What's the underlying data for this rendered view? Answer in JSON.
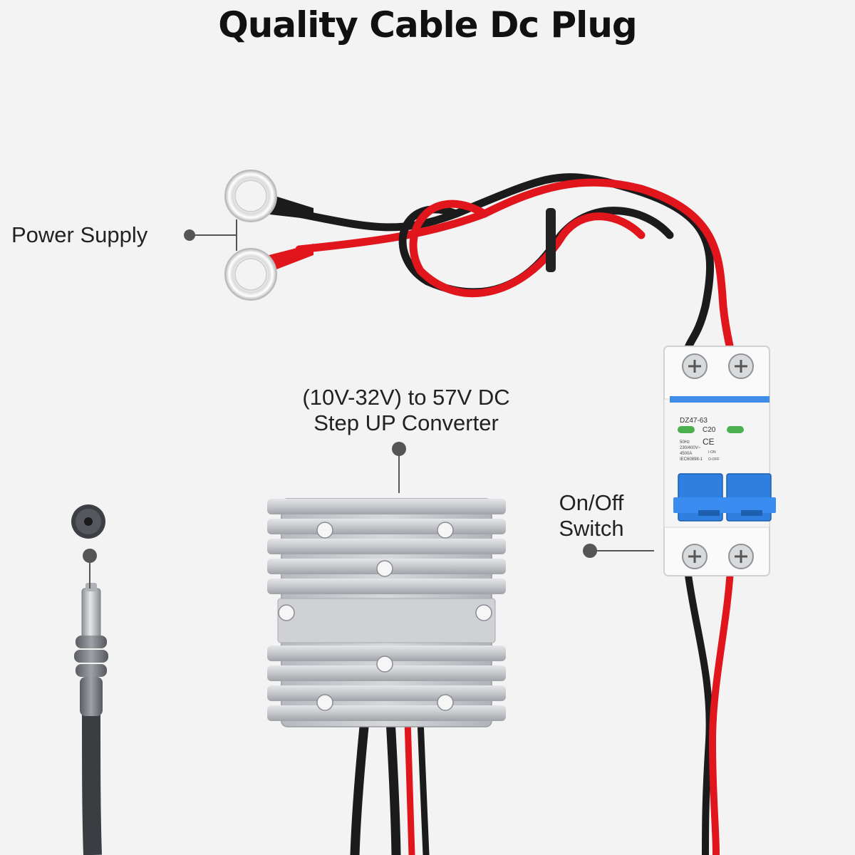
{
  "title": "Quality Cable Dc Plug",
  "labels": {
    "power_supply": "Power Supply",
    "converter_line1": "(10V-32V) to 57V DC",
    "converter_line2": "Step UP Converter",
    "switch_line1": "On/Off",
    "switch_line2": "Switch"
  },
  "breaker": {
    "model": "DZ47-63",
    "rating": "C20",
    "mark": "CE",
    "spec_lines": [
      "50Hz",
      "230/400V~",
      "4500A",
      "IEC60898-1"
    ],
    "on_text": "I-ON",
    "off_text": "O-OFF"
  },
  "colors": {
    "red_wire": "#e0161c",
    "black_wire": "#1b1b1b",
    "breaker_blue": "#2f7fe0",
    "breaker_white": "#fafafa",
    "heatsink": "#c6c8cc",
    "background": "#f3f3f3"
  }
}
